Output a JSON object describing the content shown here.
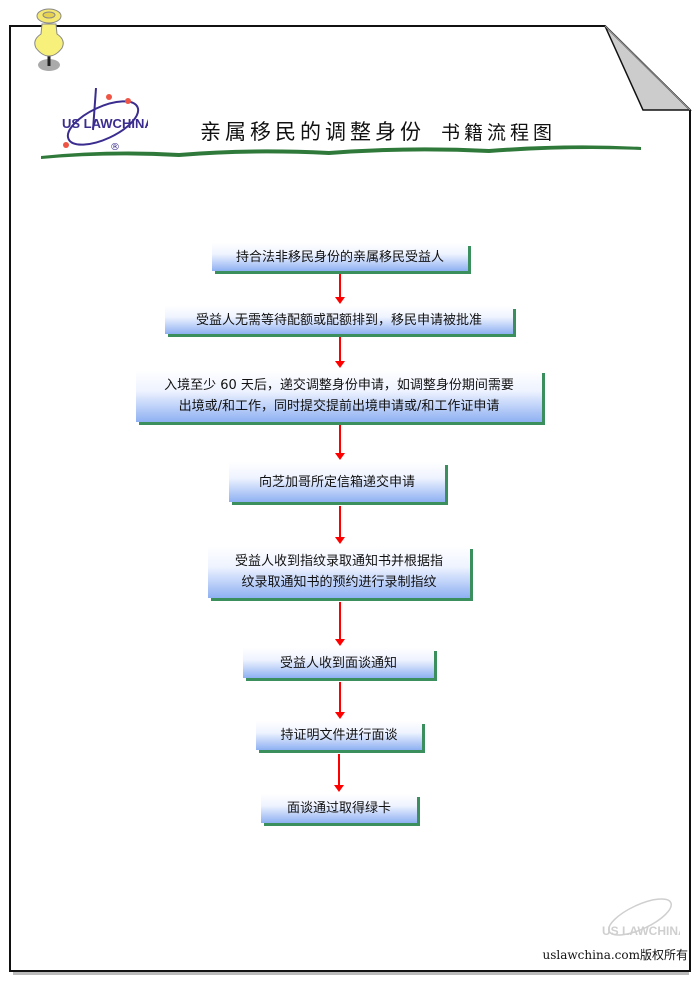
{
  "header": {
    "logo_text": "US LAW CHINA",
    "title_main": "亲属移民的调整身份",
    "title_sub": "书籍流程图"
  },
  "flow": {
    "steps": [
      {
        "text": "持合法非移民身份的亲属移民受益人"
      },
      {
        "text": "受益人无需等待配额或配额排到，移民申请被批准"
      },
      {
        "line1": "入境至少 60 天后，递交调整身份申请，如调整身份期间需要",
        "line2": "出境或/和工作，同时提交提前出境申请或/和工作证申请"
      },
      {
        "text": "向芝加哥所定信箱递交申请"
      },
      {
        "line1": "受益人收到指纹录取通知书并根据指",
        "line2": "纹录取通知书的预约进行录制指纹"
      },
      {
        "text": "受益人收到面谈通知"
      },
      {
        "text": "持证明文件进行面谈"
      },
      {
        "text": "面谈通过取得绿卡"
      }
    ]
  },
  "colors": {
    "arrow": "#ff0000",
    "box_shadow": "#3a8f5c",
    "box_bottom": "#8eb0f2"
  },
  "footer": {
    "copyright": "uslawchina.com版权所有",
    "watermark_text": "US LAW CHINA"
  }
}
